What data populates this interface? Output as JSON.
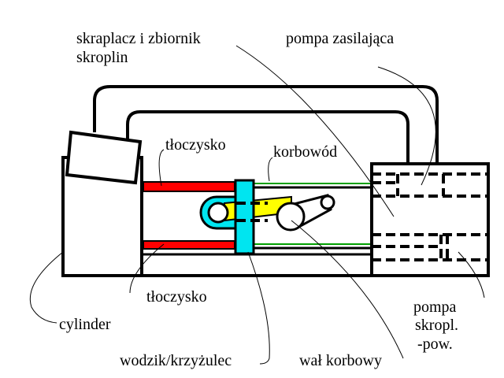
{
  "labels": {
    "condenser_line1": "skraplacz i zbiornik",
    "condenser_line2": "skroplin",
    "feed_pump": "pompa zasilająca",
    "piston_rod_top": "tłoczysko",
    "connecting_rod": "korbowód",
    "piston_rod_bottom": "tłoczysko",
    "cylinder": "cylinder",
    "crosshead": "wodzik/krzyżulec",
    "crankshaft": "wał korbowy",
    "condensate_pump_line1": "pompa",
    "condensate_pump_line2": "skropl.",
    "condensate_pump_line3": "-pow."
  },
  "colors": {
    "piston_rod": "#ff0000",
    "crosshead": "#00e5f0",
    "connecting_rod": "#ffff00",
    "pump_rod": "#00a000"
  }
}
